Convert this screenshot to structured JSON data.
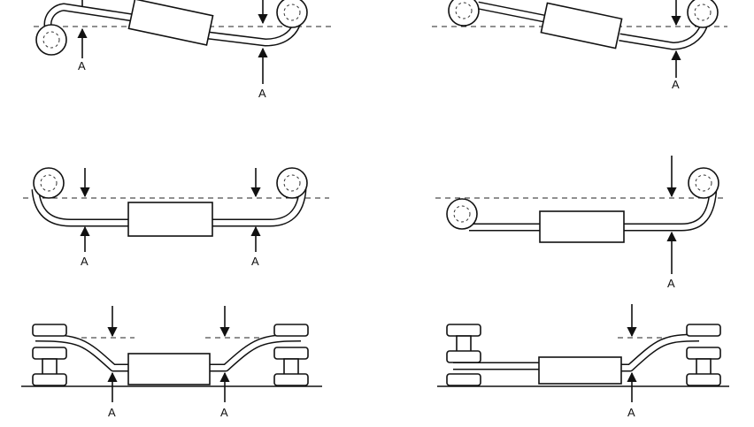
{
  "labels": {
    "a1": "A",
    "a2": "A",
    "a3": "A",
    "a4": "A",
    "a5": "A",
    "a6": "A",
    "a7": "A",
    "a8": "A",
    "a9": "A"
  }
}
